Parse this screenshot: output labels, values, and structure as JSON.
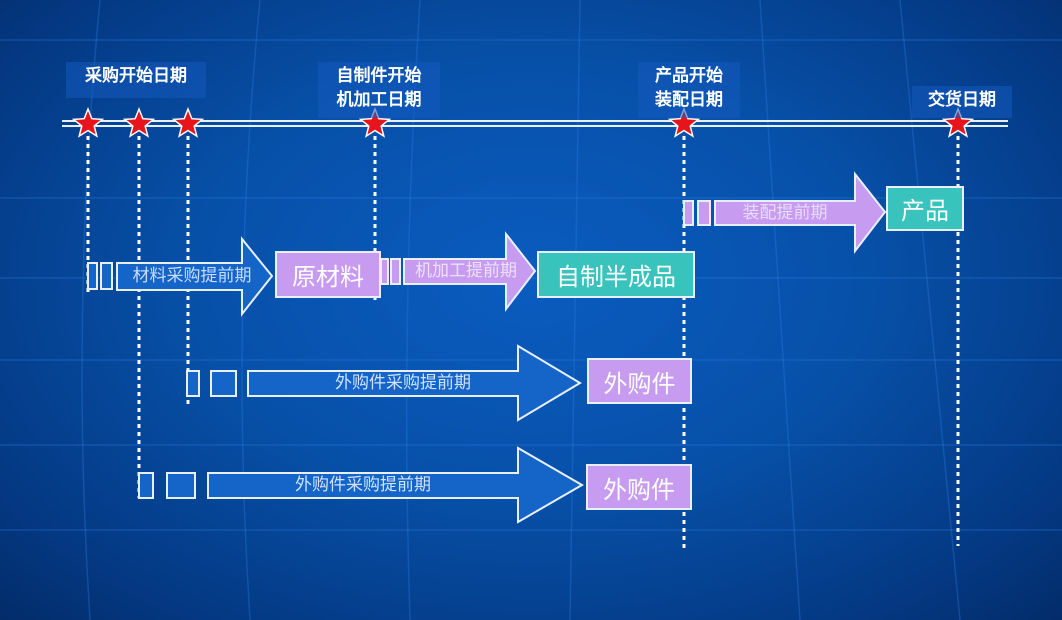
{
  "timeline": {
    "milestones": [
      {
        "label": "采购开始日期"
      },
      {
        "label": "自制件开始机加工日期",
        "line1": "自制件开始",
        "line2": "机加工日期"
      },
      {
        "label": "产品开始装配日期",
        "line1": "产品开始",
        "line2": "装配日期"
      },
      {
        "label": "交货日期"
      }
    ]
  },
  "flows": {
    "assembly": {
      "arrow": "装配提前期",
      "result": "产品"
    },
    "raw_material": {
      "arrow": "材料采购提前期",
      "result": "原材料"
    },
    "machining": {
      "arrow": "机加工提前期",
      "result": "自制半成品"
    },
    "purchased_1": {
      "arrow": "外购件采购提前期",
      "result": "外购件"
    },
    "purchased_2": {
      "arrow": "外购件采购提前期",
      "result": "外购件"
    }
  },
  "colors": {
    "background": "#0750a8",
    "blue_arrow": "#1565c8",
    "lavender": "#c79cf0",
    "teal": "#38c4bd",
    "star": "#e8141c"
  }
}
